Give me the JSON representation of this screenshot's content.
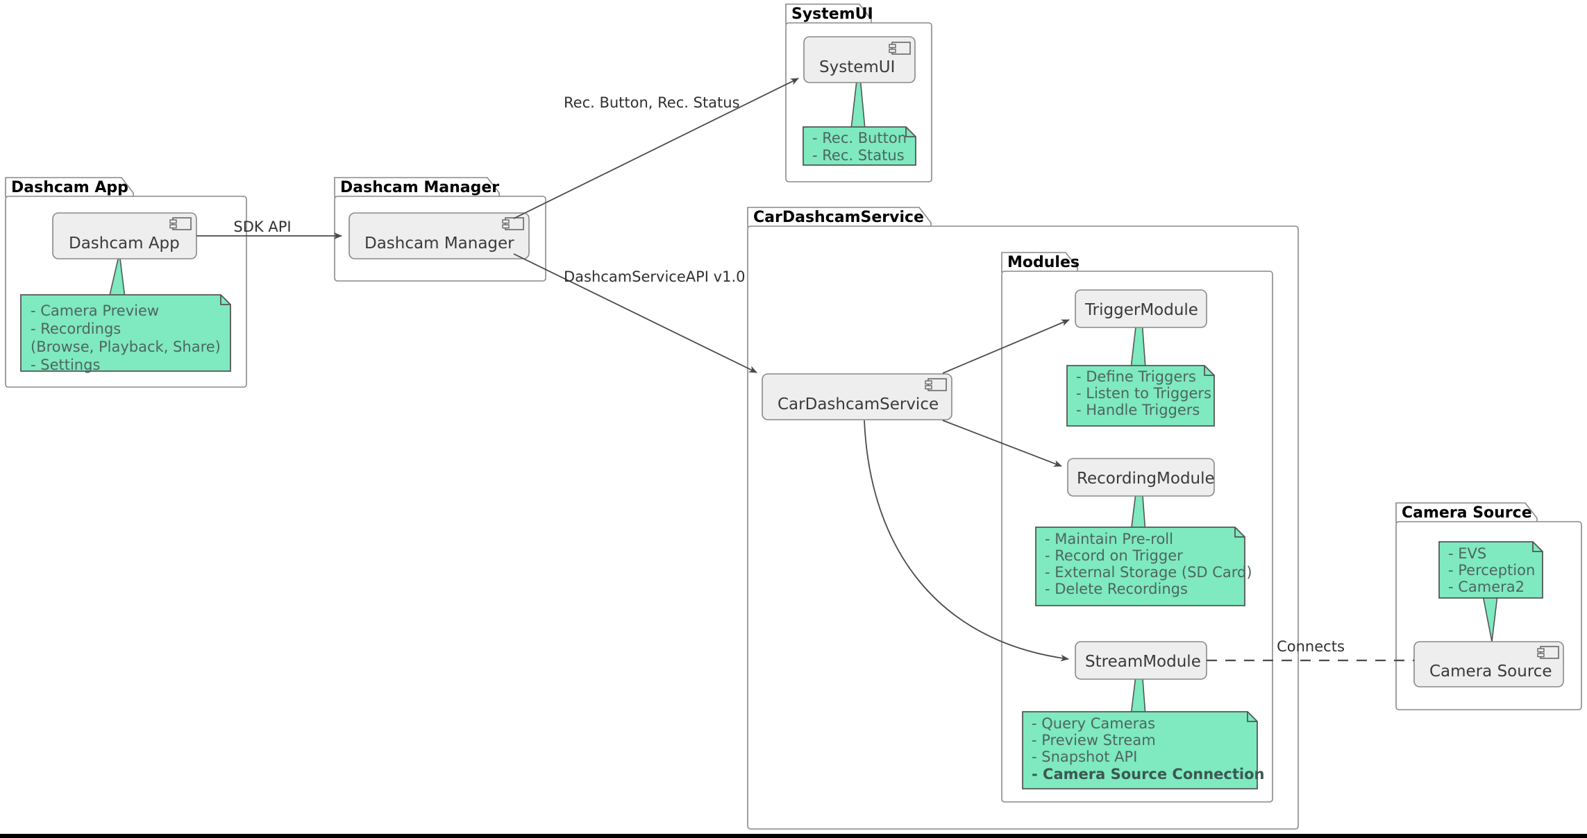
{
  "diagram": {
    "type": "uml-component-diagram",
    "colors": {
      "note_fill": "#7FE9C0",
      "note_border": "#555555",
      "component_fill": "#EEEEEE",
      "component_border": "#888888",
      "package_border": "#888888",
      "edge": "#4a4a4a",
      "text": "#3a3a3a",
      "note_text": "#4d6660",
      "page_background": "#FFFFFF"
    },
    "packages": [
      {
        "id": "pkg-dashcam-app",
        "title": "Dashcam App",
        "component": {
          "id": "comp-dashcam-app",
          "label": "Dashcam App",
          "icon": "uml-component-icon"
        },
        "note": {
          "id": "note-dashcam-app",
          "lines": [
            {
              "text": "- Camera Preview",
              "bold": false
            },
            {
              "text": "- Recordings",
              "bold": false
            },
            {
              "text": "  (Browse, Playback, Share)",
              "bold": false
            },
            {
              "text": "- Settings",
              "bold": false
            }
          ]
        }
      },
      {
        "id": "pkg-dashcam-manager",
        "title": "Dashcam Manager",
        "component": {
          "id": "comp-dashcam-manager",
          "label": "Dashcam Manager",
          "icon": "uml-component-icon"
        },
        "note": null
      },
      {
        "id": "pkg-systemui",
        "title": "SystemUI",
        "component": {
          "id": "comp-systemui",
          "label": "SystemUI",
          "icon": "uml-component-icon"
        },
        "note": {
          "id": "note-systemui",
          "lines": [
            {
              "text": "- Rec. Button",
              "bold": false
            },
            {
              "text": "- Rec. Status",
              "bold": false
            }
          ]
        }
      },
      {
        "id": "pkg-cardashcamservice",
        "title": "CarDashcamService",
        "component": {
          "id": "comp-cardashcamservice",
          "label": "CarDashcamService",
          "icon": "uml-component-icon"
        },
        "note": null,
        "child_package": {
          "id": "pkg-modules",
          "title": "Modules",
          "components": [
            {
              "id": "comp-triggermodule",
              "label": "TriggerModule",
              "note": {
                "id": "note-triggermodule",
                "lines": [
                  {
                    "text": "- Define Triggers",
                    "bold": false
                  },
                  {
                    "text": "- Listen to Triggers",
                    "bold": false
                  },
                  {
                    "text": "- Handle Triggers",
                    "bold": false
                  }
                ]
              }
            },
            {
              "id": "comp-recordingmodule",
              "label": "RecordingModule",
              "note": {
                "id": "note-recordingmodule",
                "lines": [
                  {
                    "text": "- Maintain Pre-roll",
                    "bold": false
                  },
                  {
                    "text": "- Record on Trigger",
                    "bold": false
                  },
                  {
                    "text": "- External Storage (SD Card)",
                    "bold": false
                  },
                  {
                    "text": "- Delete Recordings",
                    "bold": false
                  }
                ]
              }
            },
            {
              "id": "comp-streammodule",
              "label": "StreamModule",
              "note": {
                "id": "note-streammodule",
                "lines": [
                  {
                    "text": "- Query Cameras",
                    "bold": false
                  },
                  {
                    "text": "- Preview Stream",
                    "bold": false
                  },
                  {
                    "text": "- Snapshot API",
                    "bold": false
                  },
                  {
                    "text": "- Camera Source Connection",
                    "bold": true
                  }
                ]
              }
            }
          ]
        }
      },
      {
        "id": "pkg-camera-source",
        "title": "Camera Source",
        "component": {
          "id": "comp-camera-source",
          "label": "Camera Source",
          "icon": "uml-component-icon"
        },
        "note": {
          "id": "note-camera-source",
          "lines": [
            {
              "text": "- EVS",
              "bold": false
            },
            {
              "text": "- Perception",
              "bold": false
            },
            {
              "text": "- Camera2",
              "bold": false
            }
          ]
        }
      }
    ],
    "edges": [
      {
        "id": "edge-sdk-api",
        "label": "SDK API",
        "from": "comp-dashcam-app",
        "to": "comp-dashcam-manager",
        "style": "solid-arrow"
      },
      {
        "id": "edge-rec-button-status",
        "label": "Rec. Button, Rec. Status",
        "from": "comp-dashcam-manager",
        "to": "comp-systemui",
        "style": "solid-arrow"
      },
      {
        "id": "edge-dashcamserviceapi",
        "label": "DashcamServiceAPI v1.0",
        "from": "comp-dashcam-manager",
        "to": "comp-cardashcamservice",
        "style": "solid-arrow"
      },
      {
        "id": "edge-service-trigger",
        "label": "",
        "from": "comp-cardashcamservice",
        "to": "comp-triggermodule",
        "style": "solid-arrow"
      },
      {
        "id": "edge-service-recording",
        "label": "",
        "from": "comp-cardashcamservice",
        "to": "comp-recordingmodule",
        "style": "solid-arrow"
      },
      {
        "id": "edge-service-stream",
        "label": "",
        "from": "comp-cardashcamservice",
        "to": "comp-streammodule",
        "style": "solid-arrow-curved"
      },
      {
        "id": "edge-connects",
        "label": "Connects",
        "from": "comp-streammodule",
        "to": "comp-camera-source",
        "style": "dashed"
      }
    ]
  }
}
